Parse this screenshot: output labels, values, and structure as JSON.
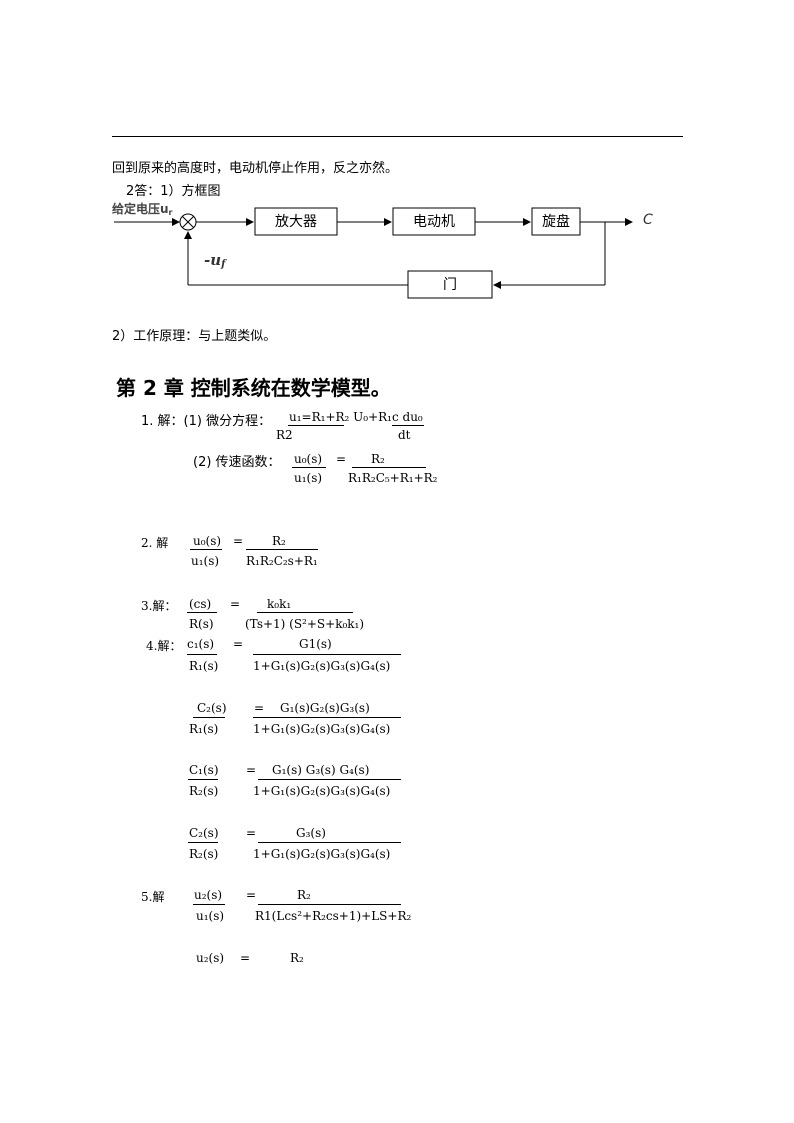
{
  "intro_line": "回到原来的高度时，电动机停止作用，反之亦然。",
  "q2_answer": "2答：1）方框图",
  "diagram": {
    "input_label": "给定电压u",
    "input_sub": "r",
    "feedback_label": "-u",
    "feedback_sub": "f",
    "block1": "放大器",
    "block2": "电动机",
    "block3": "旋盘",
    "block4": "门",
    "output_label": "C"
  },
  "principle": "2）工作原理：与上题类似。",
  "chapter_title": "第 2 章   控制系统在数学模型。",
  "s1": {
    "label": "1.   解：(1) 微分方程：",
    "eq_num": "u₁=R₁+R₂ U₀+R₁c  du₀",
    "eq_den1": "R2",
    "eq_den2": "dt",
    "tf_label": "(2) 传速函数：",
    "tf_num_l": "u₀(s)",
    "tf_den_l": "u₁(s)",
    "tf_eq": "=",
    "tf_num_r": "R₂",
    "tf_den_r": "R₁R₂C₅+R₁+R₂"
  },
  "s2": {
    "label": "2.   解",
    "num_l": "u₀(s)",
    "den_l": "u₁(s)",
    "eq": "=",
    "num_r": "R₂",
    "den_r": "R₁R₂C₂s+R₁"
  },
  "s3": {
    "label": "3.解：",
    "num_l": "(cs)",
    "den_l": "R(s)",
    "eq": "=",
    "num_r": "k₀k₁",
    "den_r": "(Ts+1) (S²+S+k₀k₁)"
  },
  "s4": {
    "label": "4.解：",
    "rows": [
      {
        "num_l": "c₁(s)",
        "den_l": "R₁(s)",
        "eq": "=",
        "num_r": "G1(s)",
        "den_r": "1+G₁(s)G₂(s)G₃(s)G₄(s)"
      },
      {
        "num_l": "C₂(s)",
        "den_l": "R₁(s)",
        "eq": "=",
        "num_r": "G₁(s)G₂(s)G₃(s)",
        "den_r": "1+G₁(s)G₂(s)G₃(s)G₄(s)"
      },
      {
        "num_l": "C₁(s)",
        "den_l": "R₂(s)",
        "eq": "=",
        "num_r": "G₁(s) G₃(s) G₄(s)",
        "den_r": "1+G₁(s)G₂(s)G₃(s)G₄(s)"
      },
      {
        "num_l": "C₂(s)",
        "den_l": "R₂(s)",
        "eq": "=",
        "num_r": "G₃(s)",
        "den_r": "1+G₁(s)G₂(s)G₃(s)G₄(s)"
      }
    ]
  },
  "s5": {
    "label": "5.解",
    "num_l": "u₂(s)",
    "den_l": "u₁(s)",
    "eq": "=",
    "num_r": "R₂",
    "den_r": "R1(Lcs²+R₂cs+1)+LS+R₂",
    "num_l2": "u₂(s)",
    "eq2": "=",
    "num_r2": "R₂"
  }
}
